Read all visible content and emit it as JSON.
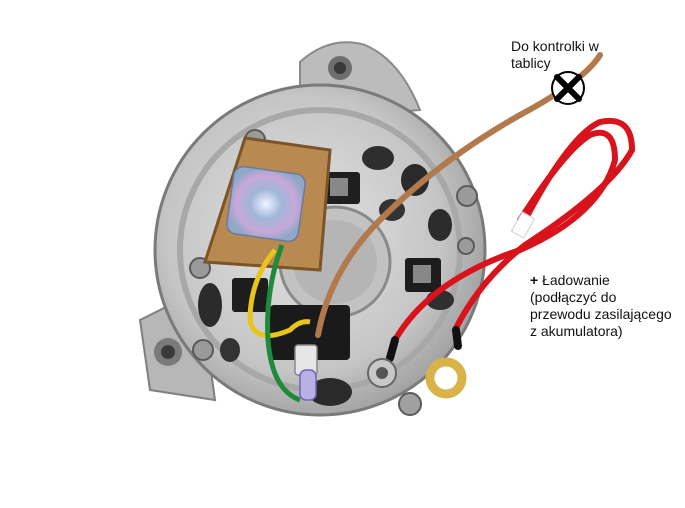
{
  "annotations": {
    "warning_lamp_label": "Do kontrolki w tablicy",
    "charging_plus": "+",
    "charging_title": "Ładowanie",
    "charging_note_line1": "(podłączyć do",
    "charging_note_line2": "przewodu zasilającego",
    "charging_note_line3": "z akumulatora)"
  },
  "colors": {
    "housing": "#c9c9c9",
    "housing_shadow": "#8e8e8e",
    "regulator_plate": "#b88a52",
    "brown_wire": "#b27a4c",
    "red_wire": "#d8131b",
    "yellow_wire": "#e8c51a",
    "green_wire": "#1e8a3a",
    "ring_terminal": "#d9b24a",
    "marker_fill": "#ffffff",
    "marker_cross": "#000000"
  },
  "icons": {
    "marker": "cross-circle-icon"
  }
}
